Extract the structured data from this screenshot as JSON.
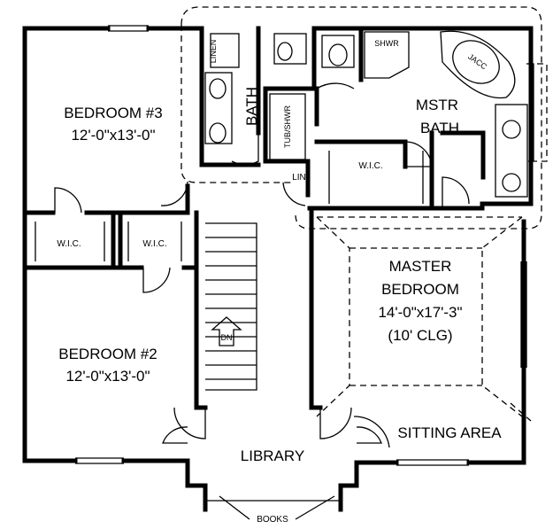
{
  "rooms": {
    "bedroom3": {
      "name": "BEDROOM #3",
      "size": "12'-0\"x13'-0\""
    },
    "bedroom2": {
      "name": "BEDROOM #2",
      "size": "12'-0\"x13'-0\""
    },
    "master_bedroom": {
      "line1": "MASTER",
      "line2": "BEDROOM",
      "size": "14'-0\"x17'-3\"",
      "ceiling": "(10'  CLG)"
    },
    "sitting_area": "SITTING AREA",
    "library": "LIBRARY",
    "bath": "BATH",
    "master_bath": {
      "line1": "MSTR",
      "line2": "BATH"
    },
    "master_wic": "W.I.C.",
    "wic_left": "W.I.C.",
    "wic_right": "W.I.C.",
    "lin_small": "LIN",
    "linen_closet": "LINEN",
    "tub_shower": "TUB/SHWR",
    "shower": "SHWR",
    "jacuzzi": "JACC",
    "stair_dn": "DN",
    "books": "BOOKS"
  }
}
